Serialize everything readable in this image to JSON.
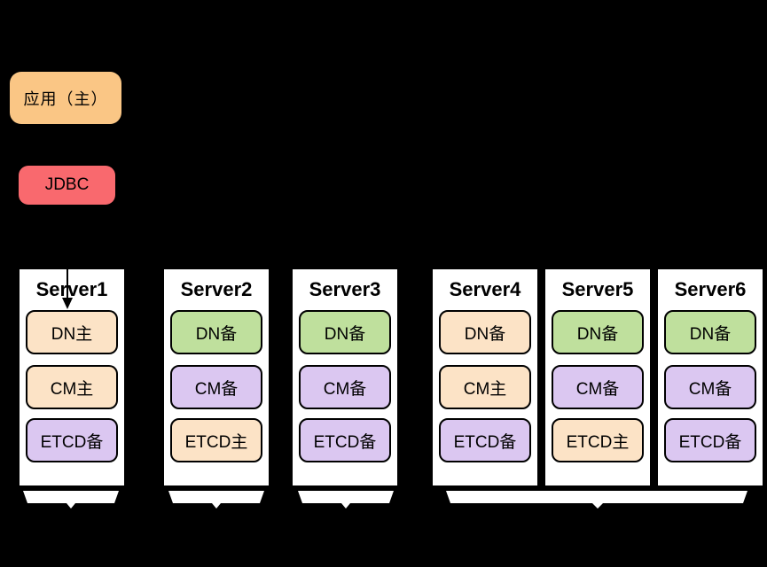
{
  "app": {
    "label": "应用（主）",
    "color": "#FAC685"
  },
  "jdbc": {
    "label": "JDBC",
    "color": "#F9696E"
  },
  "colors": {
    "primary_peach": "#FCE3C6",
    "standby_green": "#BFE09D",
    "standby_purple": "#DBC7F1",
    "app_orange": "#FAC685",
    "jdbc_red": "#F9696E",
    "server_bg": "#FFFFFF",
    "line": "#000000"
  },
  "servers": [
    {
      "name": "Server1",
      "components": [
        {
          "label": "DN主",
          "color": "#FCE3C6"
        },
        {
          "label": "CM主",
          "color": "#FCE3C6"
        },
        {
          "label": "ETCD备",
          "color": "#DBC7F1"
        }
      ]
    },
    {
      "name": "Server2",
      "components": [
        {
          "label": "DN备",
          "color": "#BFE09D"
        },
        {
          "label": "CM备",
          "color": "#DBC7F1"
        },
        {
          "label": "ETCD主",
          "color": "#FCE3C6"
        }
      ]
    },
    {
      "name": "Server3",
      "components": [
        {
          "label": "DN备",
          "color": "#BFE09D"
        },
        {
          "label": "CM备",
          "color": "#DBC7F1"
        },
        {
          "label": "ETCD备",
          "color": "#DBC7F1"
        }
      ]
    },
    {
      "name": "Server4",
      "components": [
        {
          "label": "DN备",
          "color": "#FCE3C6"
        },
        {
          "label": "CM主",
          "color": "#FCE3C6"
        },
        {
          "label": "ETCD备",
          "color": "#DBC7F1"
        }
      ]
    },
    {
      "name": "Server5",
      "components": [
        {
          "label": "DN备",
          "color": "#BFE09D"
        },
        {
          "label": "CM备",
          "color": "#DBC7F1"
        },
        {
          "label": "ETCD主",
          "color": "#FCE3C6"
        }
      ]
    },
    {
      "name": "Server6",
      "components": [
        {
          "label": "DN备",
          "color": "#BFE09D"
        },
        {
          "label": "CM备",
          "color": "#DBC7F1"
        },
        {
          "label": "ETCD备",
          "color": "#DBC7F1"
        }
      ]
    }
  ]
}
